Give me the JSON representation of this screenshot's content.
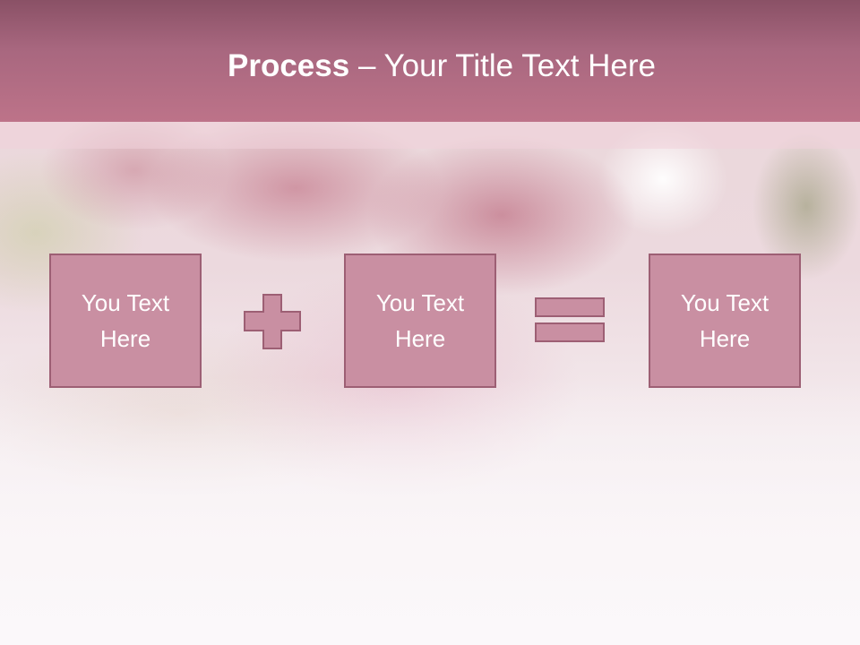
{
  "slide": {
    "title_bold": "Process",
    "title_rest": " – Your Title Text Here"
  },
  "boxes": [
    {
      "line1": "You Text",
      "line2": "Here"
    },
    {
      "line1": "You Text",
      "line2": "Here"
    },
    {
      "line1": "You Text",
      "line2": "Here"
    }
  ],
  "operators": {
    "first": "plus-icon",
    "second": "equals-icon"
  },
  "colors": {
    "header": "#bd7389",
    "box_fill": "#c98fa2",
    "box_border": "#9d5f74",
    "text": "#ffffff"
  }
}
